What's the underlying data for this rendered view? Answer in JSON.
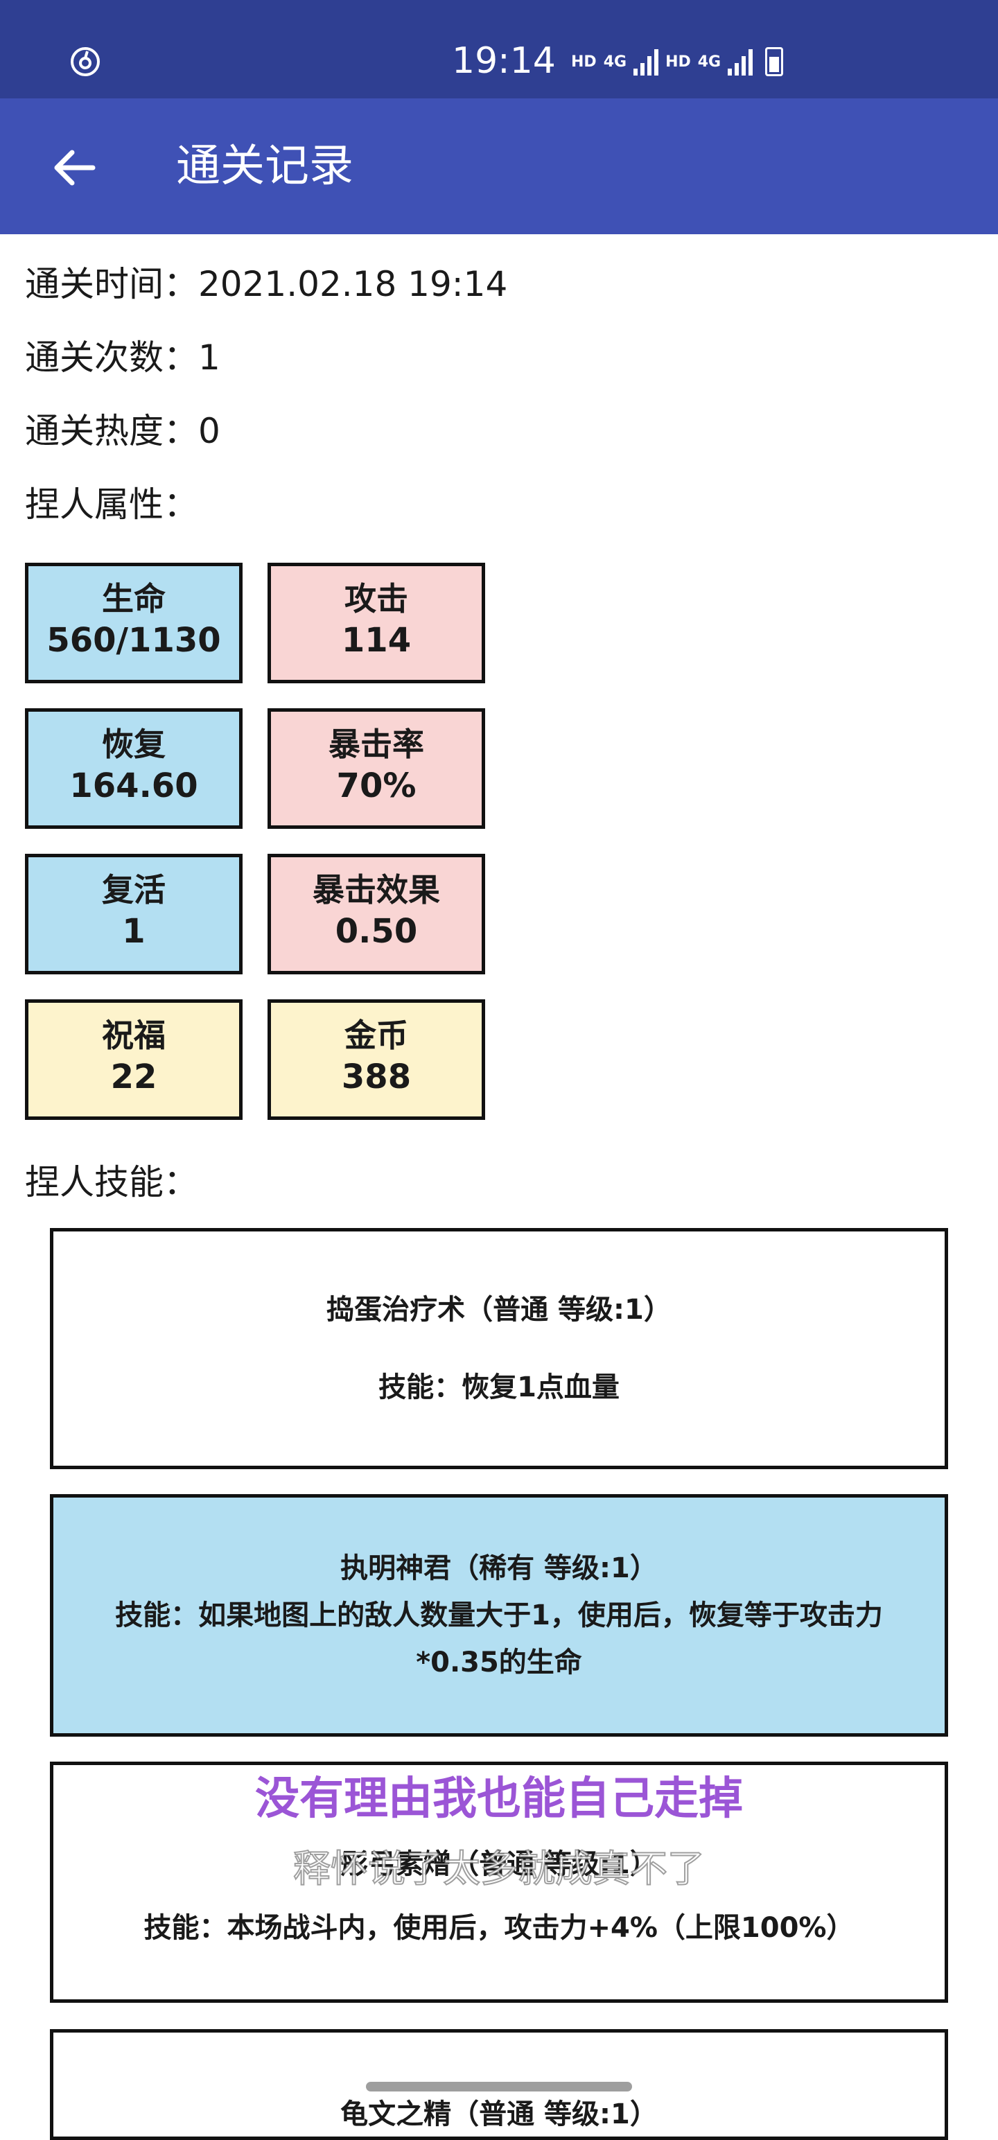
{
  "status_bar": {
    "time": "19:14",
    "net1": "HD",
    "net1_type": "4G",
    "net2": "HD",
    "net2_type": "4G",
    "left_icon": "netease-music-icon"
  },
  "app_bar": {
    "title": "通关记录",
    "back_icon": "arrow-left-icon"
  },
  "record": {
    "time_line": "通关时间：2021.02.18 19:14",
    "count_line": "通关次数：1",
    "heat_line": "通关热度：0",
    "attributes_heading": "捏人属性：",
    "skills_heading": "捏人技能："
  },
  "stats": [
    {
      "label": "生命",
      "value": "560/1130",
      "color": "#b3dff2"
    },
    {
      "label": "攻击",
      "value": "114",
      "color": "#f9d5d4"
    },
    {
      "label": "恢复",
      "value": "164.60",
      "color": "#b3dff2"
    },
    {
      "label": "暴击率",
      "value": "70%",
      "color": "#f9d5d4"
    },
    {
      "label": "复活",
      "value": "1",
      "color": "#b3dff2"
    },
    {
      "label": "暴击效果",
      "value": "0.50",
      "color": "#f9d5d4"
    },
    {
      "label": "祝福",
      "value": "22",
      "color": "#fdf3cc"
    },
    {
      "label": "金币",
      "value": "388",
      "color": "#fdf3cc"
    }
  ],
  "skills": [
    {
      "title": "捣蛋治疗术（普通 等级:1）",
      "description": "技能：恢复1点血量"
    },
    {
      "title": "执明神君（稀有 等级:1）",
      "description": "技能：如果地图上的敌人数量大于1，使用后，恢复等于攻击力*0.35的生命"
    },
    {
      "title": "彤弓素矰（普通 等级:1）",
      "description": "技能：本场战斗内，使用后，攻击力+4%（上限100%）"
    },
    {
      "title": "龟文之精（普通 等级:1）",
      "description": ""
    }
  ],
  "overlay": {
    "subtitle_top": "没有理由我也能自己走掉",
    "subtitle_bottom": "释怀说了太多就成真不了"
  }
}
